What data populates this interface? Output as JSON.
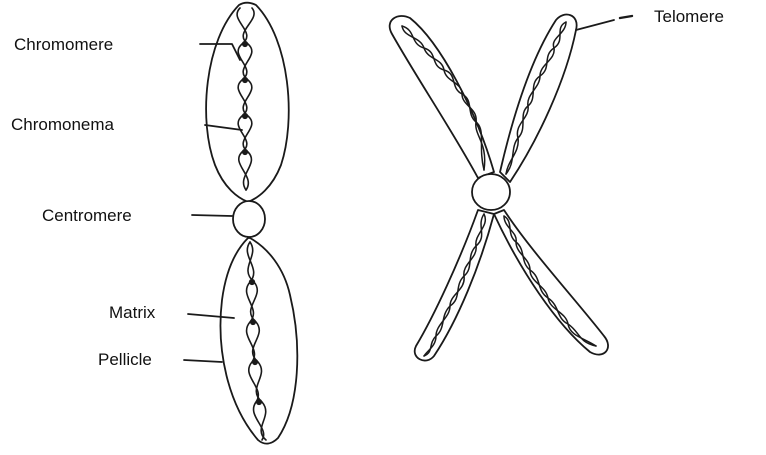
{
  "diagram": {
    "labels": {
      "chromomere": "Chromomere",
      "chromonema": "Chromonema",
      "centromere": "Centromere",
      "matrix": "Matrix",
      "pellicle": "Pellicle",
      "telomere": "Telomere"
    }
  },
  "colors": {
    "ink": "#1a1a1a",
    "background": "#ffffff"
  }
}
